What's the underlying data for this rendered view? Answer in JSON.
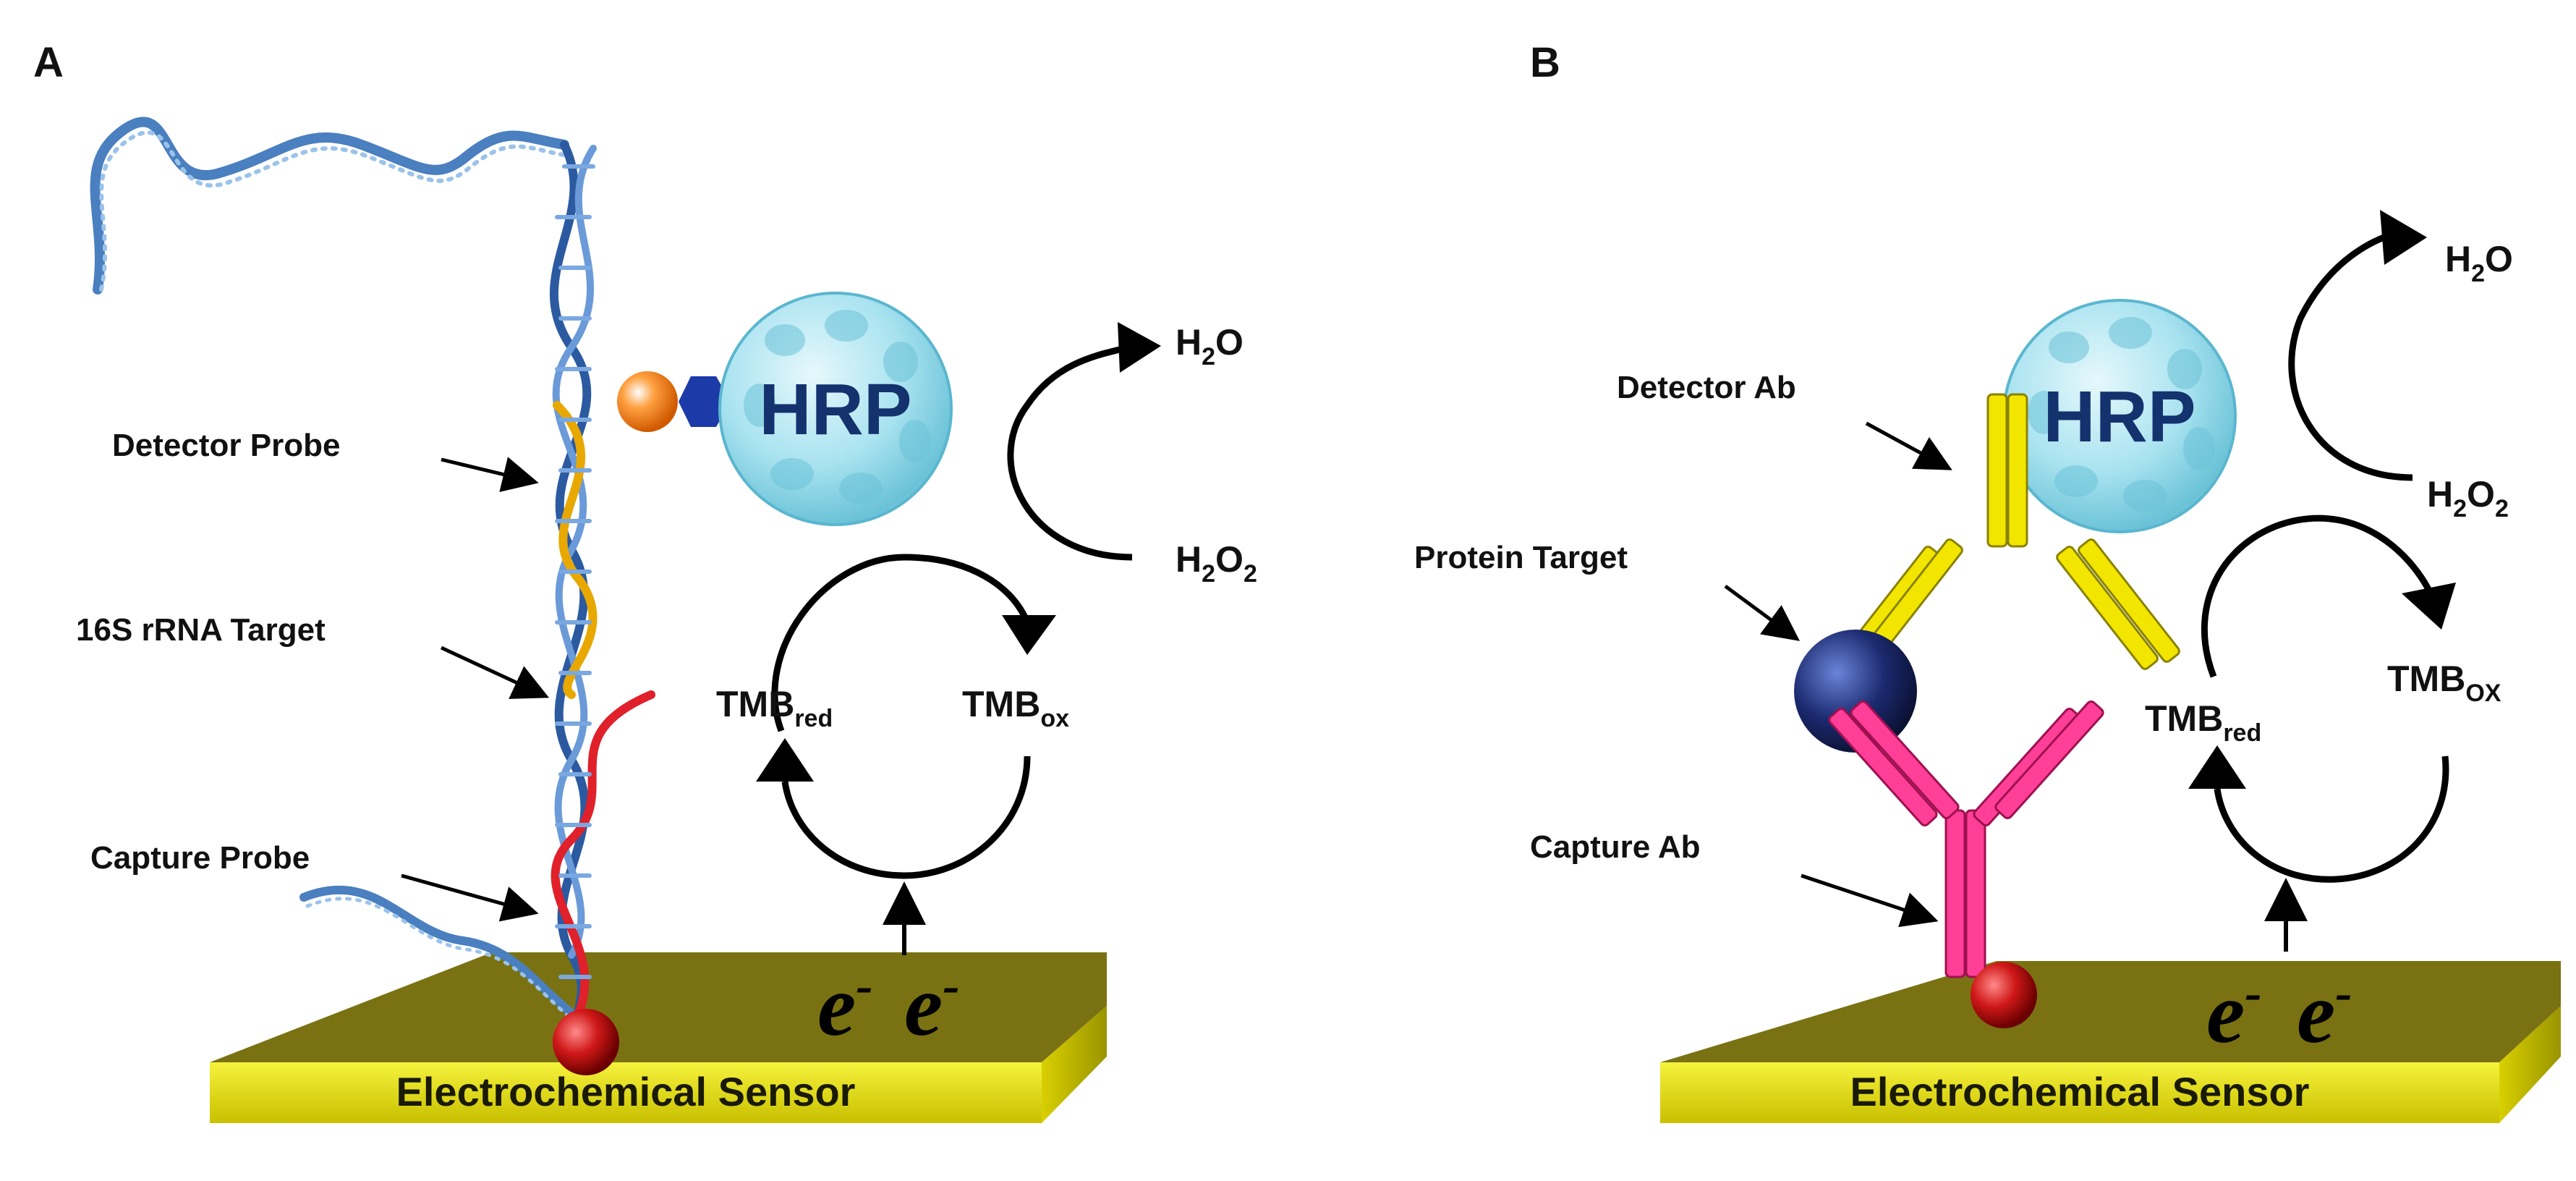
{
  "panels": [
    {
      "id": "A",
      "label": "A",
      "callouts": {
        "detector": "Detector  Probe",
        "target": "16S rRNA Target",
        "capture": "Capture  Probe"
      },
      "enzyme": "HRP",
      "sensor": "Electrochemical Sensor",
      "electrons": "e",
      "electron_charge": "-",
      "water": {
        "base": "H",
        "sub": "2",
        "tail": "O"
      },
      "peroxide": {
        "base": "H",
        "sub1": "2",
        "mid": "O",
        "sub2": "2"
      },
      "tmb_red": {
        "base": "TMB",
        "sub": "red"
      },
      "tmb_ox": {
        "base": "TMB",
        "sub": "ox"
      }
    },
    {
      "id": "B",
      "label": "B",
      "callouts": {
        "detector": "Detector Ab",
        "target": "Protein Target",
        "capture": "Capture Ab"
      },
      "enzyme": "HRP",
      "sensor": "Electrochemical Sensor",
      "electrons": "e",
      "electron_charge": "-",
      "water": {
        "base": "H",
        "sub": "2",
        "tail": "O"
      },
      "peroxide": {
        "base": "H",
        "sub1": "2",
        "mid": "O",
        "sub2": "2"
      },
      "tmb_red": {
        "base": "TMB",
        "sub": "red"
      },
      "tmb_ox": {
        "base": "TMB",
        "sub": "OX"
      }
    }
  ],
  "colors": {
    "sensor_top": "#7a7212",
    "sensor_front": "#e6e000",
    "hrp": "#a9e3f0",
    "dna_blue": "#4a7fc0",
    "detector_probe": "#e8a800",
    "capture_probe": "#e0202a",
    "capture_ab": "#ff3f98",
    "detector_ab": "#f2e600",
    "protein": "#1c2a70"
  }
}
